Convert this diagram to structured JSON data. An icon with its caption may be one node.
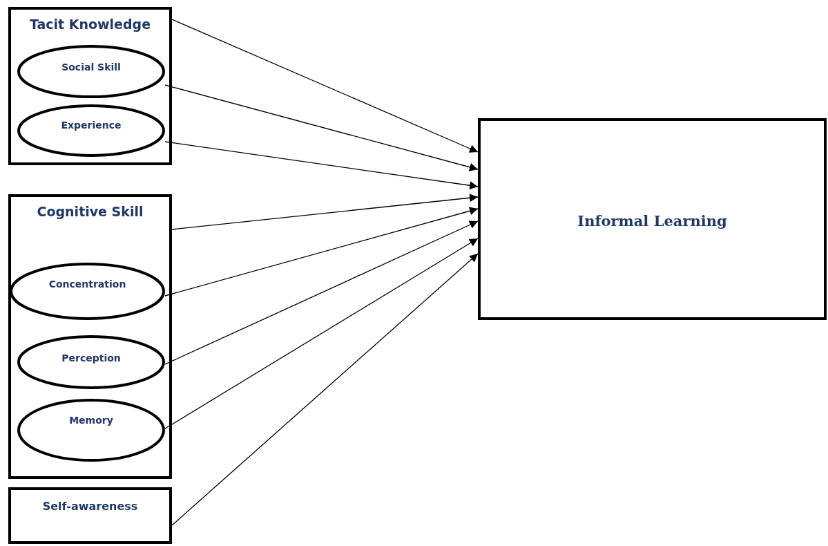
{
  "diagram": {
    "nodes": [
      {
        "text": [
          "Tacit Knowledge"
        ]
      },
      {
        "text": [
          "Social Skill"
        ],
        "in": 0
      },
      {
        "text": [
          "Experience"
        ],
        "in": 0
      },
      {
        "text": [
          "Cognitive Skill"
        ]
      },
      {
        "text": [
          "Concentration"
        ],
        "in": 3
      },
      {
        "text": [
          "Perception"
        ],
        "in": 3
      },
      {
        "text": [
          "Memory"
        ],
        "in": 3
      },
      {
        "text": [
          "Self-awareness"
        ]
      },
      {
        "text": [
          "Informal Learning"
        ]
      }
    ],
    "edges": [
      {
        "from": 0,
        "to": 8,
        "arrow": "to"
      },
      {
        "from": 1,
        "to": 8,
        "arrow": "to"
      },
      {
        "from": 2,
        "to": 8,
        "arrow": "to"
      },
      {
        "from": 3,
        "to": 8,
        "arrow": "to"
      },
      {
        "from": 4,
        "to": 8,
        "arrow": "to"
      },
      {
        "from": 5,
        "to": 8,
        "arrow": "to"
      },
      {
        "from": 6,
        "to": 8,
        "arrow": "to"
      },
      {
        "from": 7,
        "to": 8,
        "arrow": "to"
      }
    ]
  }
}
